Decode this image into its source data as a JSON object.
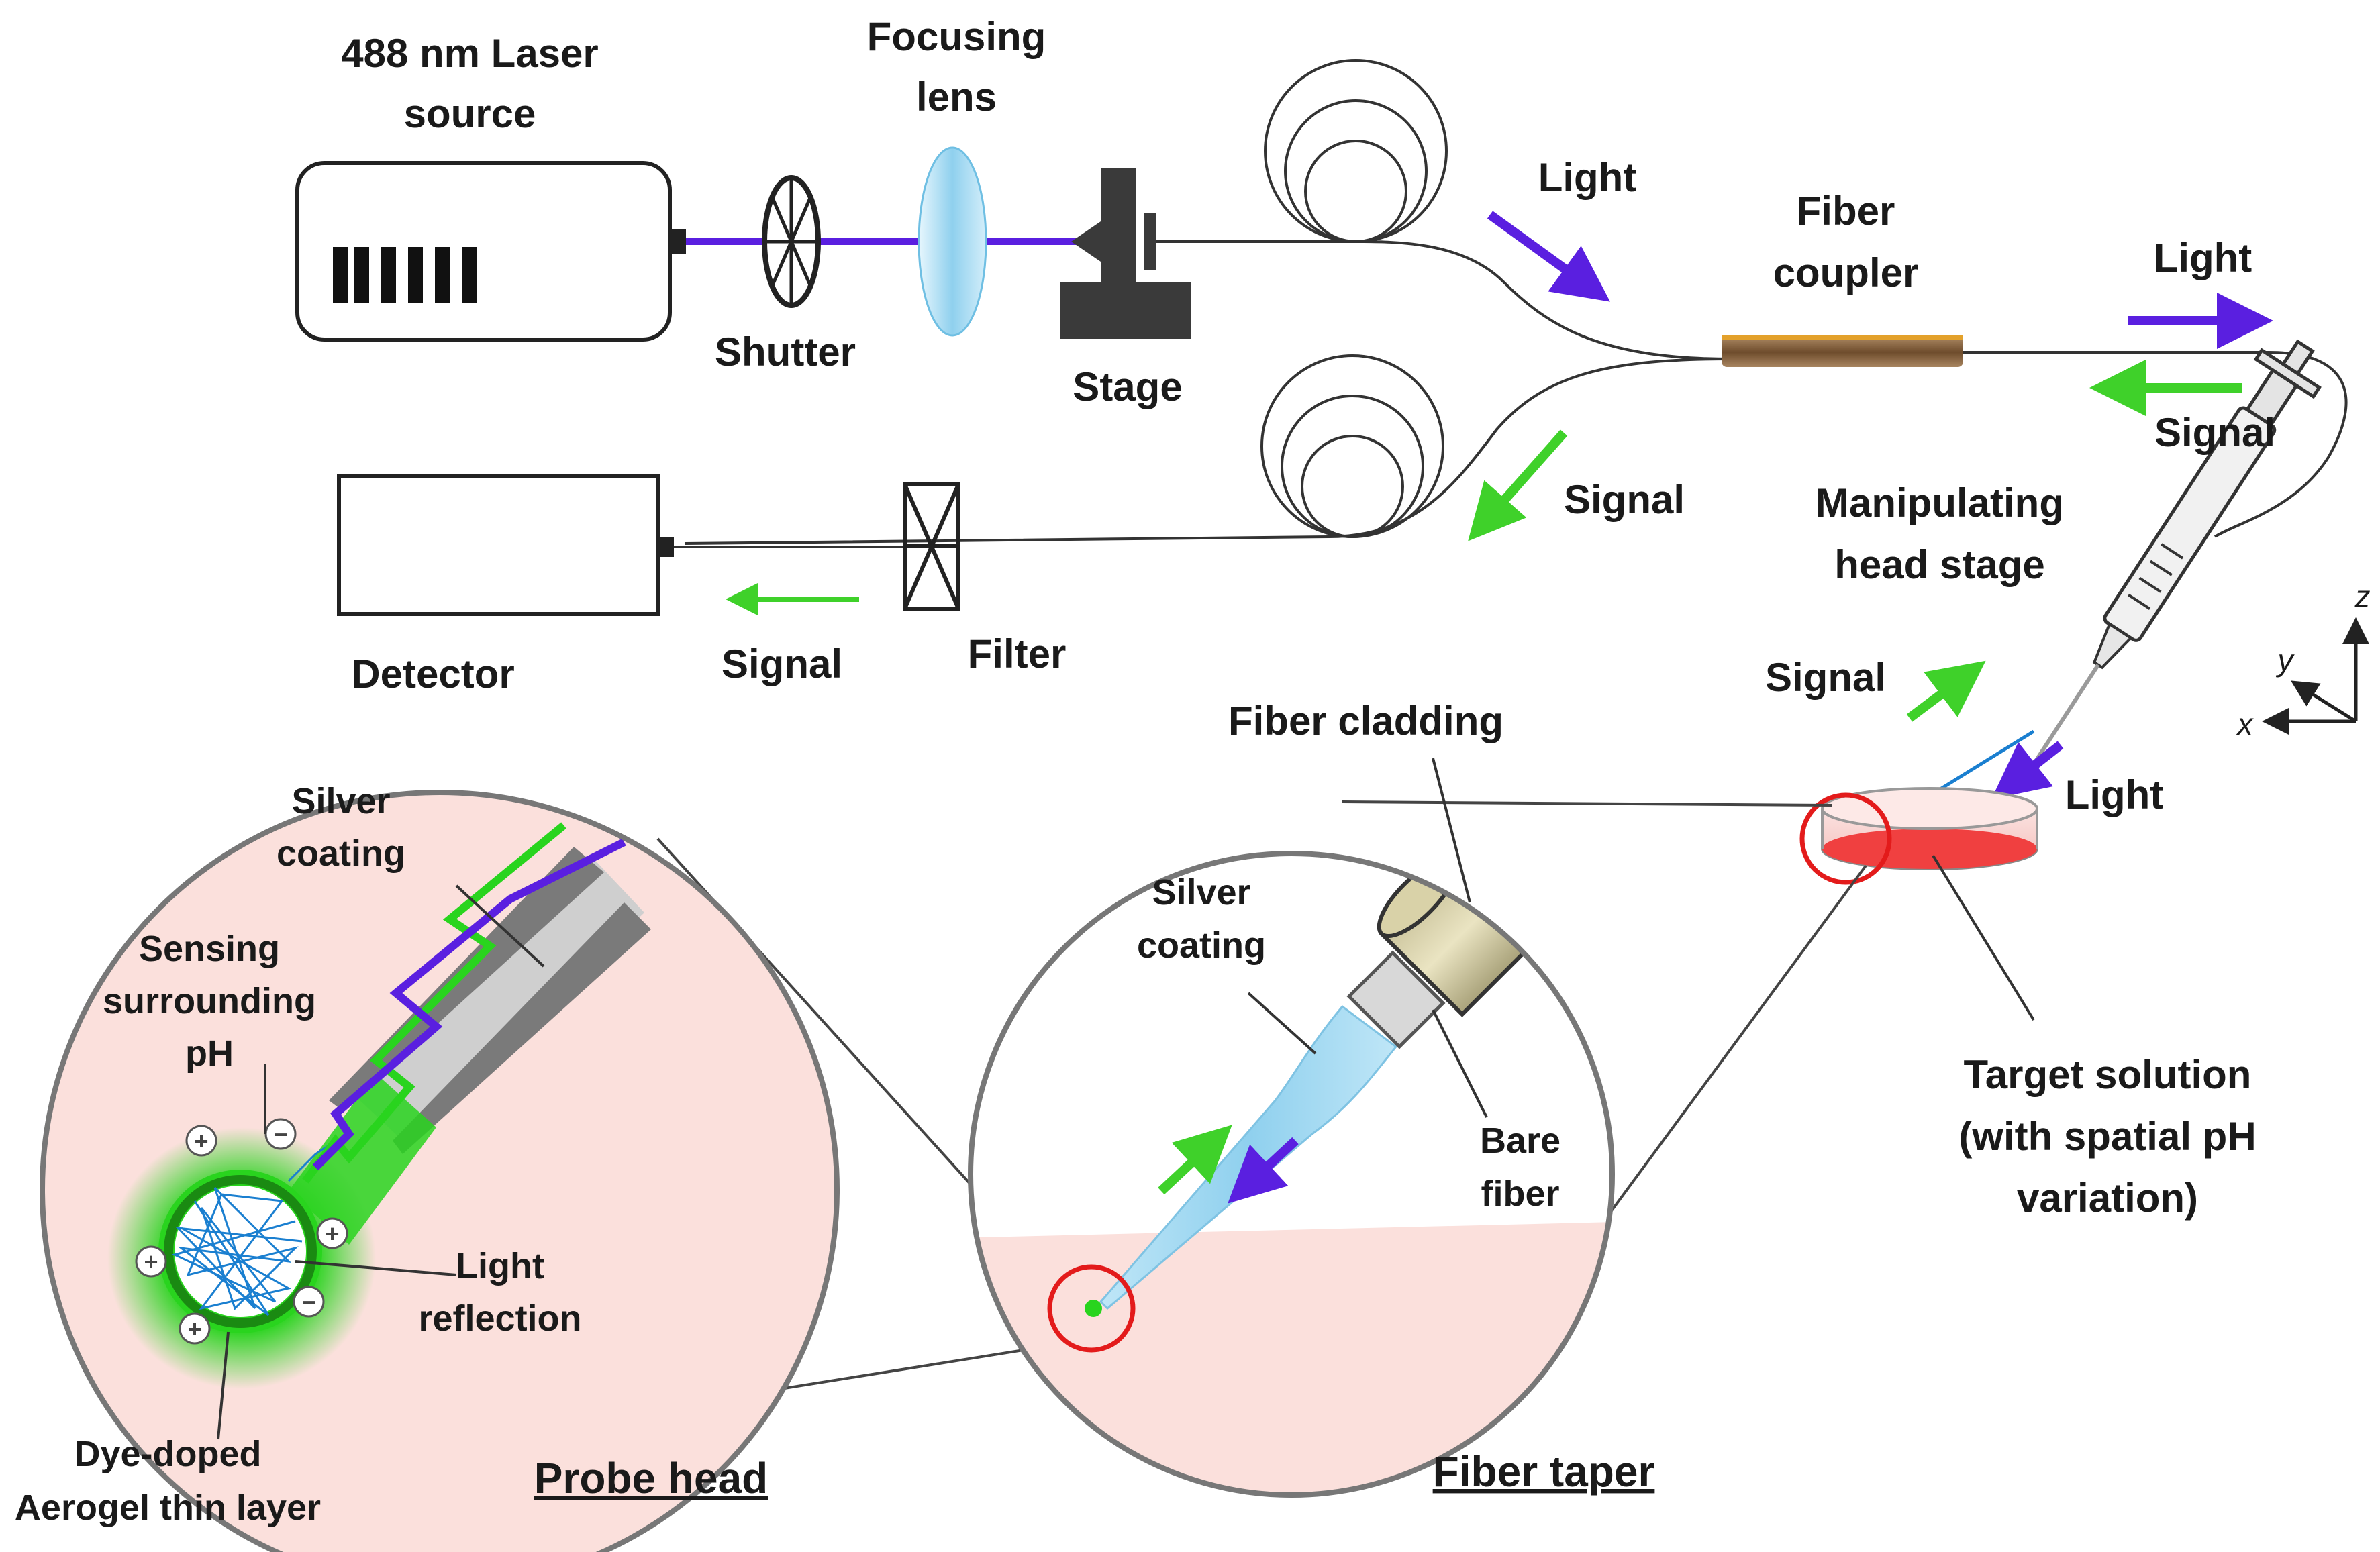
{
  "labels": {
    "laser_source": [
      "488 nm Laser",
      "source"
    ],
    "focusing_lens": [
      "Focusing",
      "lens"
    ],
    "shutter": "Shutter",
    "stage": "Stage",
    "light_top": "Light",
    "fiber_coupler": [
      "Fiber",
      "coupler"
    ],
    "light_right": "Light",
    "signal_right": "Signal",
    "signal_mid": "Signal",
    "manipulating_head_stage": [
      "Manipulating",
      "head stage"
    ],
    "detector": "Detector",
    "signal_bottom": "Signal",
    "filter": "Filter",
    "signal_syringe": "Signal",
    "light_syringe": "Light",
    "fiber_cladding": "Fiber cladding",
    "silver_coating_taper": [
      "Silver",
      "coating"
    ],
    "bare_fiber": [
      "Bare",
      "fiber"
    ],
    "target_solution": [
      "Target solution",
      "(with spatial pH",
      "variation)"
    ],
    "silver_coating_probe": [
      "Silver",
      "coating"
    ],
    "sensing_surrounding_ph": [
      "Sensing",
      "surrounding",
      "pH"
    ],
    "light_reflection": [
      "Light",
      "reflection"
    ],
    "dye_doped_layer": [
      "Dye-doped",
      "Aerogel thin layer"
    ],
    "caption_probe_head": "Probe head",
    "caption_fiber_taper": "Fiber taper",
    "axis_x": "x",
    "axis_y": "y",
    "axis_z": "z"
  },
  "colors": {
    "laser_purple": "#5a1fe0",
    "signal_green": "#3fd12a",
    "highlight_red": "#e31b1b",
    "solution_red": "#f04040",
    "pink_region": "#fbe0dc",
    "lens_blue": "#a9dcf2",
    "dark_gray": "#3a3a3a",
    "coupler_brown": "#7a5a3a",
    "coupler_orange": "#e3a12b",
    "light_ray_blue": "#1a7fd0"
  },
  "icons": [
    "laser-source-icon",
    "shutter-icon",
    "lens-icon",
    "stage-icon",
    "fiber-coil-icon",
    "coupler-icon",
    "detector-icon",
    "filter-icon",
    "syringe-icon",
    "petri-dish-icon",
    "axis-icon"
  ]
}
